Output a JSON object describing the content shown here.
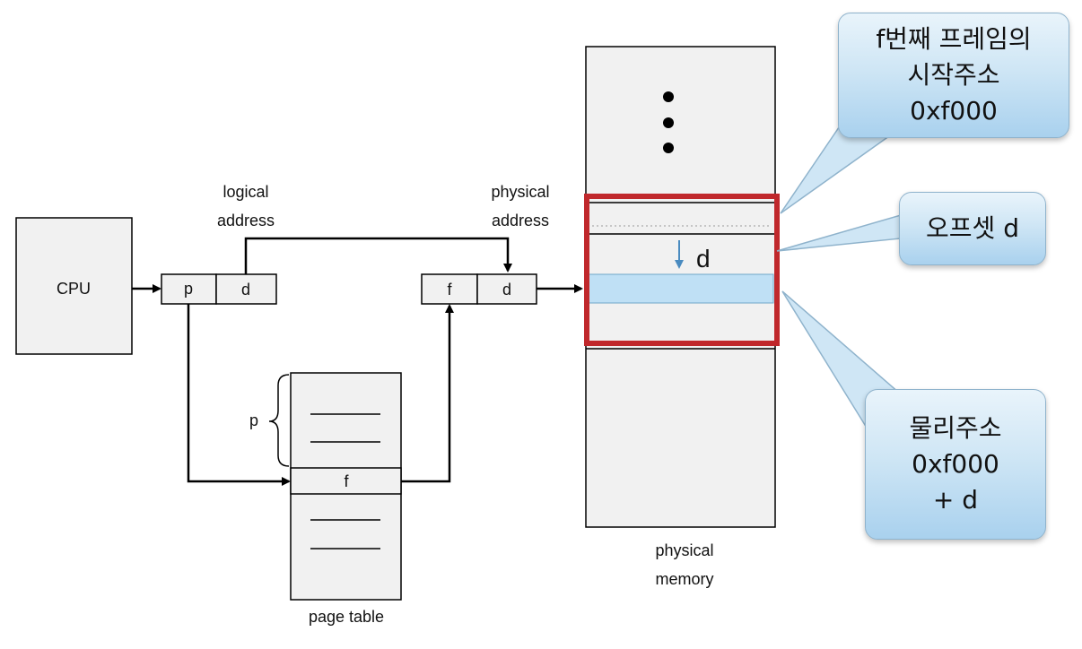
{
  "cpu": {
    "label": "CPU"
  },
  "logical_address": {
    "label_line1": "logical",
    "label_line2": "address",
    "page_field": "p",
    "offset_field": "d"
  },
  "physical_address": {
    "label_line1": "physical",
    "label_line2": "address",
    "frame_field": "f",
    "offset_field": "d"
  },
  "page_table": {
    "label": "page table",
    "brace_label": "p",
    "entry_label": "f"
  },
  "physical_memory": {
    "label_line1": "physical",
    "label_line2": "memory",
    "offset_marker": "d"
  },
  "callouts": {
    "frame_start": {
      "line1": "f번째 프레임의",
      "line2": "시작주소",
      "line3": "0xf000"
    },
    "offset": {
      "line1": "오프셋 d"
    },
    "physical_addr": {
      "line1": "물리주소",
      "line2": "0xf000",
      "line3": "+ d"
    }
  },
  "colors": {
    "highlight": "#c0282c",
    "slot_fill": "#bfe0f5",
    "callout_border": "#8fb3cc",
    "box_fill": "#f1f1f1"
  }
}
